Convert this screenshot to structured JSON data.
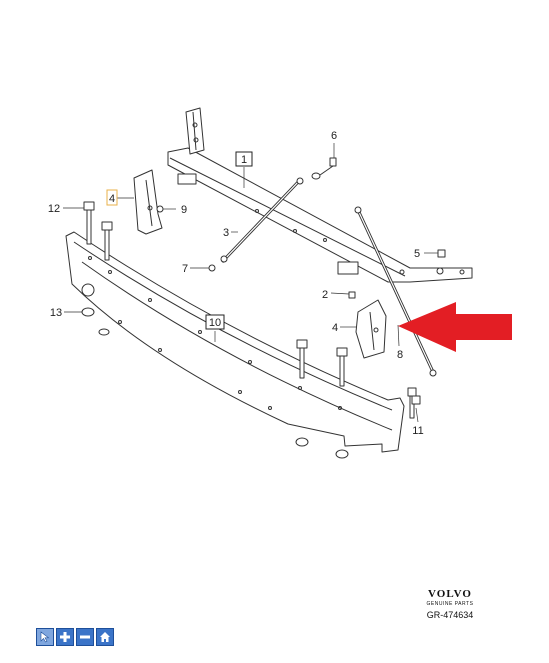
{
  "callouts": {
    "c1": "1",
    "c2": "2",
    "c3": "3",
    "c4a": "4",
    "c4b": "4",
    "c5": "5",
    "c6": "6",
    "c7": "7",
    "c8": "8",
    "c9": "9",
    "c10": "10",
    "c11": "11",
    "c12": "12",
    "c13": "13"
  },
  "brand": {
    "name": "VOLVO",
    "sub": "GENUINE PARTS"
  },
  "reference": "GR-474634",
  "toolbar": [
    {
      "name": "select-tool",
      "icon": "cursor-icon"
    },
    {
      "name": "zoom-in",
      "icon": "plus-icon"
    },
    {
      "name": "zoom-out",
      "icon": "minus-icon"
    },
    {
      "name": "home",
      "icon": "home-icon"
    }
  ],
  "colors": {
    "arrow": "#e31e24",
    "highlight_box": "#e8b04a",
    "toolbar": "#3b74c8"
  }
}
